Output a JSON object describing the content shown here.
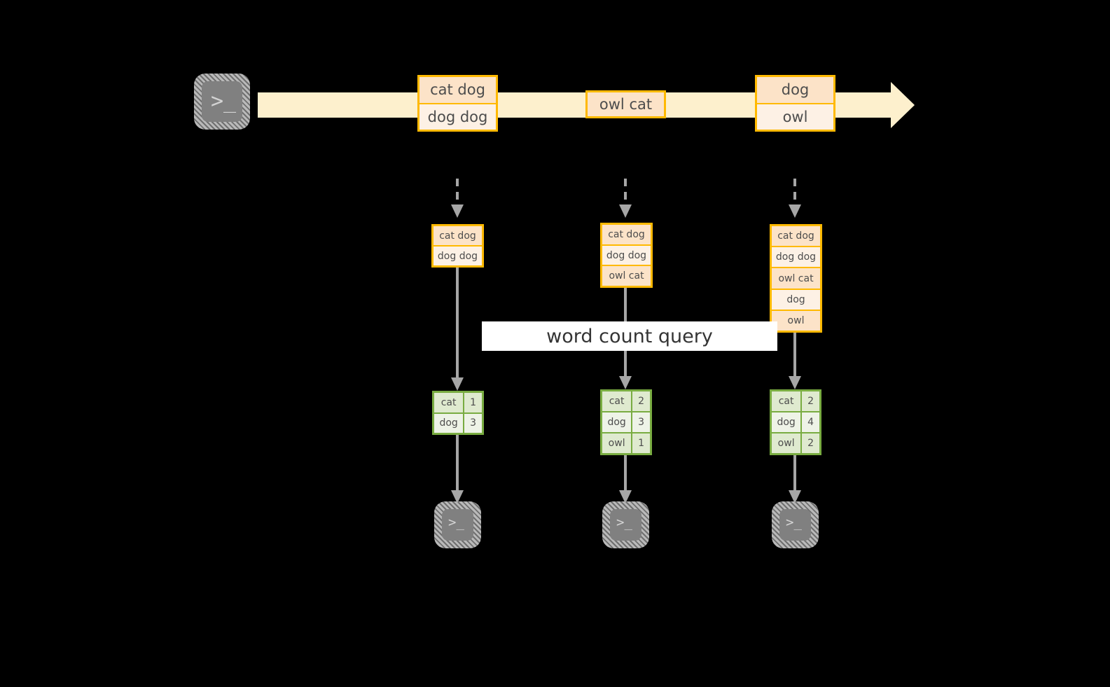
{
  "diagram": {
    "stream": {
      "source_icon": "terminal-icon",
      "arrow_direction": "right",
      "band_color": "#fdf0cd",
      "record_border_color": "#ffb900",
      "events": [
        {
          "id": "event-1",
          "lines": [
            "cat dog",
            "dog dog"
          ]
        },
        {
          "id": "event-2",
          "lines": [
            "owl cat"
          ]
        },
        {
          "id": "event-3",
          "lines": [
            "dog",
            "owl"
          ]
        }
      ]
    },
    "query_label": "word count query",
    "columns": [
      {
        "id": "snapshot-1",
        "input_lines": [
          "cat dog",
          "dog dog"
        ],
        "counts": [
          {
            "word": "cat",
            "count": "1"
          },
          {
            "word": "dog",
            "count": "3"
          }
        ],
        "sink_icon": "terminal-icon"
      },
      {
        "id": "snapshot-2",
        "input_lines": [
          "cat dog",
          "dog dog",
          "owl cat"
        ],
        "counts": [
          {
            "word": "cat",
            "count": "2"
          },
          {
            "word": "dog",
            "count": "3"
          },
          {
            "word": "owl",
            "count": "1"
          }
        ],
        "sink_icon": "terminal-icon"
      },
      {
        "id": "snapshot-3",
        "input_lines": [
          "cat dog",
          "dog dog",
          "owl cat",
          "dog",
          "owl"
        ],
        "counts": [
          {
            "word": "cat",
            "count": "2"
          },
          {
            "word": "dog",
            "count": "4"
          },
          {
            "word": "owl",
            "count": "2"
          }
        ],
        "sink_icon": "terminal-icon"
      }
    ],
    "prompt_glyph": ">_",
    "colors": {
      "stream_band": "#fdf0cd",
      "record_fill_dark": "#fce3c8",
      "record_fill_light": "#fdf1e5",
      "record_border": "#ffb900",
      "table_fill_dark": "#dfeacf",
      "table_fill_light": "#eef3e7",
      "table_border": "#79ac41",
      "connector": "#a6a6a6",
      "terminal_fill": "#808080",
      "label_band": "#ffffff",
      "background": "#000000"
    }
  }
}
